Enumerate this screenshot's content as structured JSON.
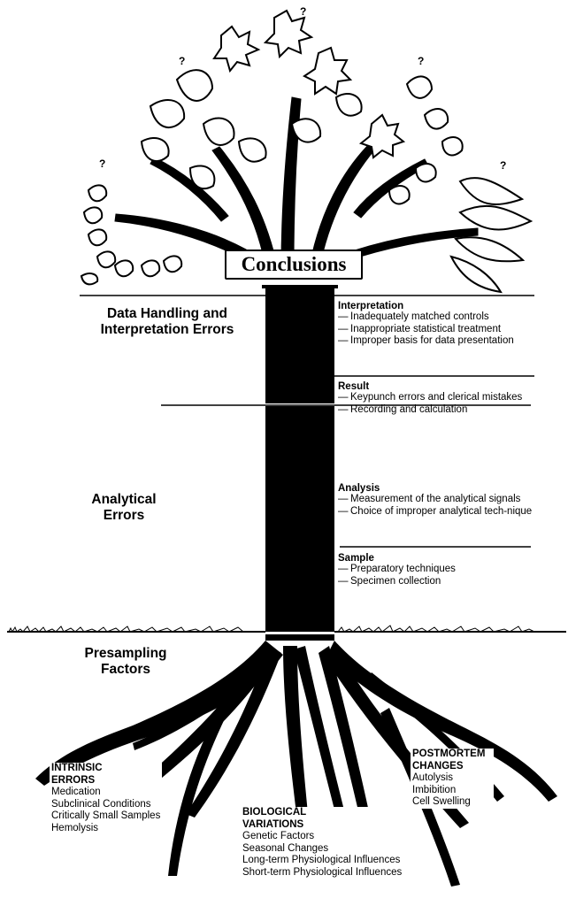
{
  "title": "Conclusions",
  "question_mark": "?",
  "sections": {
    "data_handling": "Data Handling and Interpretation Errors",
    "analytical": "Analytical Errors",
    "presampling": "Presampling Factors"
  },
  "branches": {
    "interpretation": {
      "heading": "Interpretation",
      "items": [
        "Inadequately matched controls",
        "Inappropriate statistical treatment",
        "Improper basis for data presentation"
      ]
    },
    "result": {
      "heading": "Result",
      "items": [
        "Keypunch errors and clerical mistakes",
        "Recording and calculation"
      ]
    },
    "analysis": {
      "heading": "Analysis",
      "items": [
        "Measurement of the analytical signals",
        "Choice of improper analytical tech-nique"
      ]
    },
    "sample": {
      "heading": "Sample",
      "items": [
        "Preparatory techniques",
        "Specimen collection"
      ]
    }
  },
  "roots": {
    "intrinsic": {
      "heading": "INTRINSIC ERRORS",
      "items": [
        "Medication",
        "Subclinical Conditions",
        "Critically Small Samples",
        "Hemolysis"
      ]
    },
    "biological": {
      "heading": "BIOLOGICAL VARIATIONS",
      "items": [
        "Genetic Factors",
        "Seasonal Changes",
        "Long-term Physiological Influences",
        "Short-term Physiological Influences"
      ]
    },
    "postmortem": {
      "heading": "POSTMORTEM CHANGES",
      "items": [
        "Autolysis",
        "Imbibition",
        "Cell Swelling"
      ]
    }
  }
}
